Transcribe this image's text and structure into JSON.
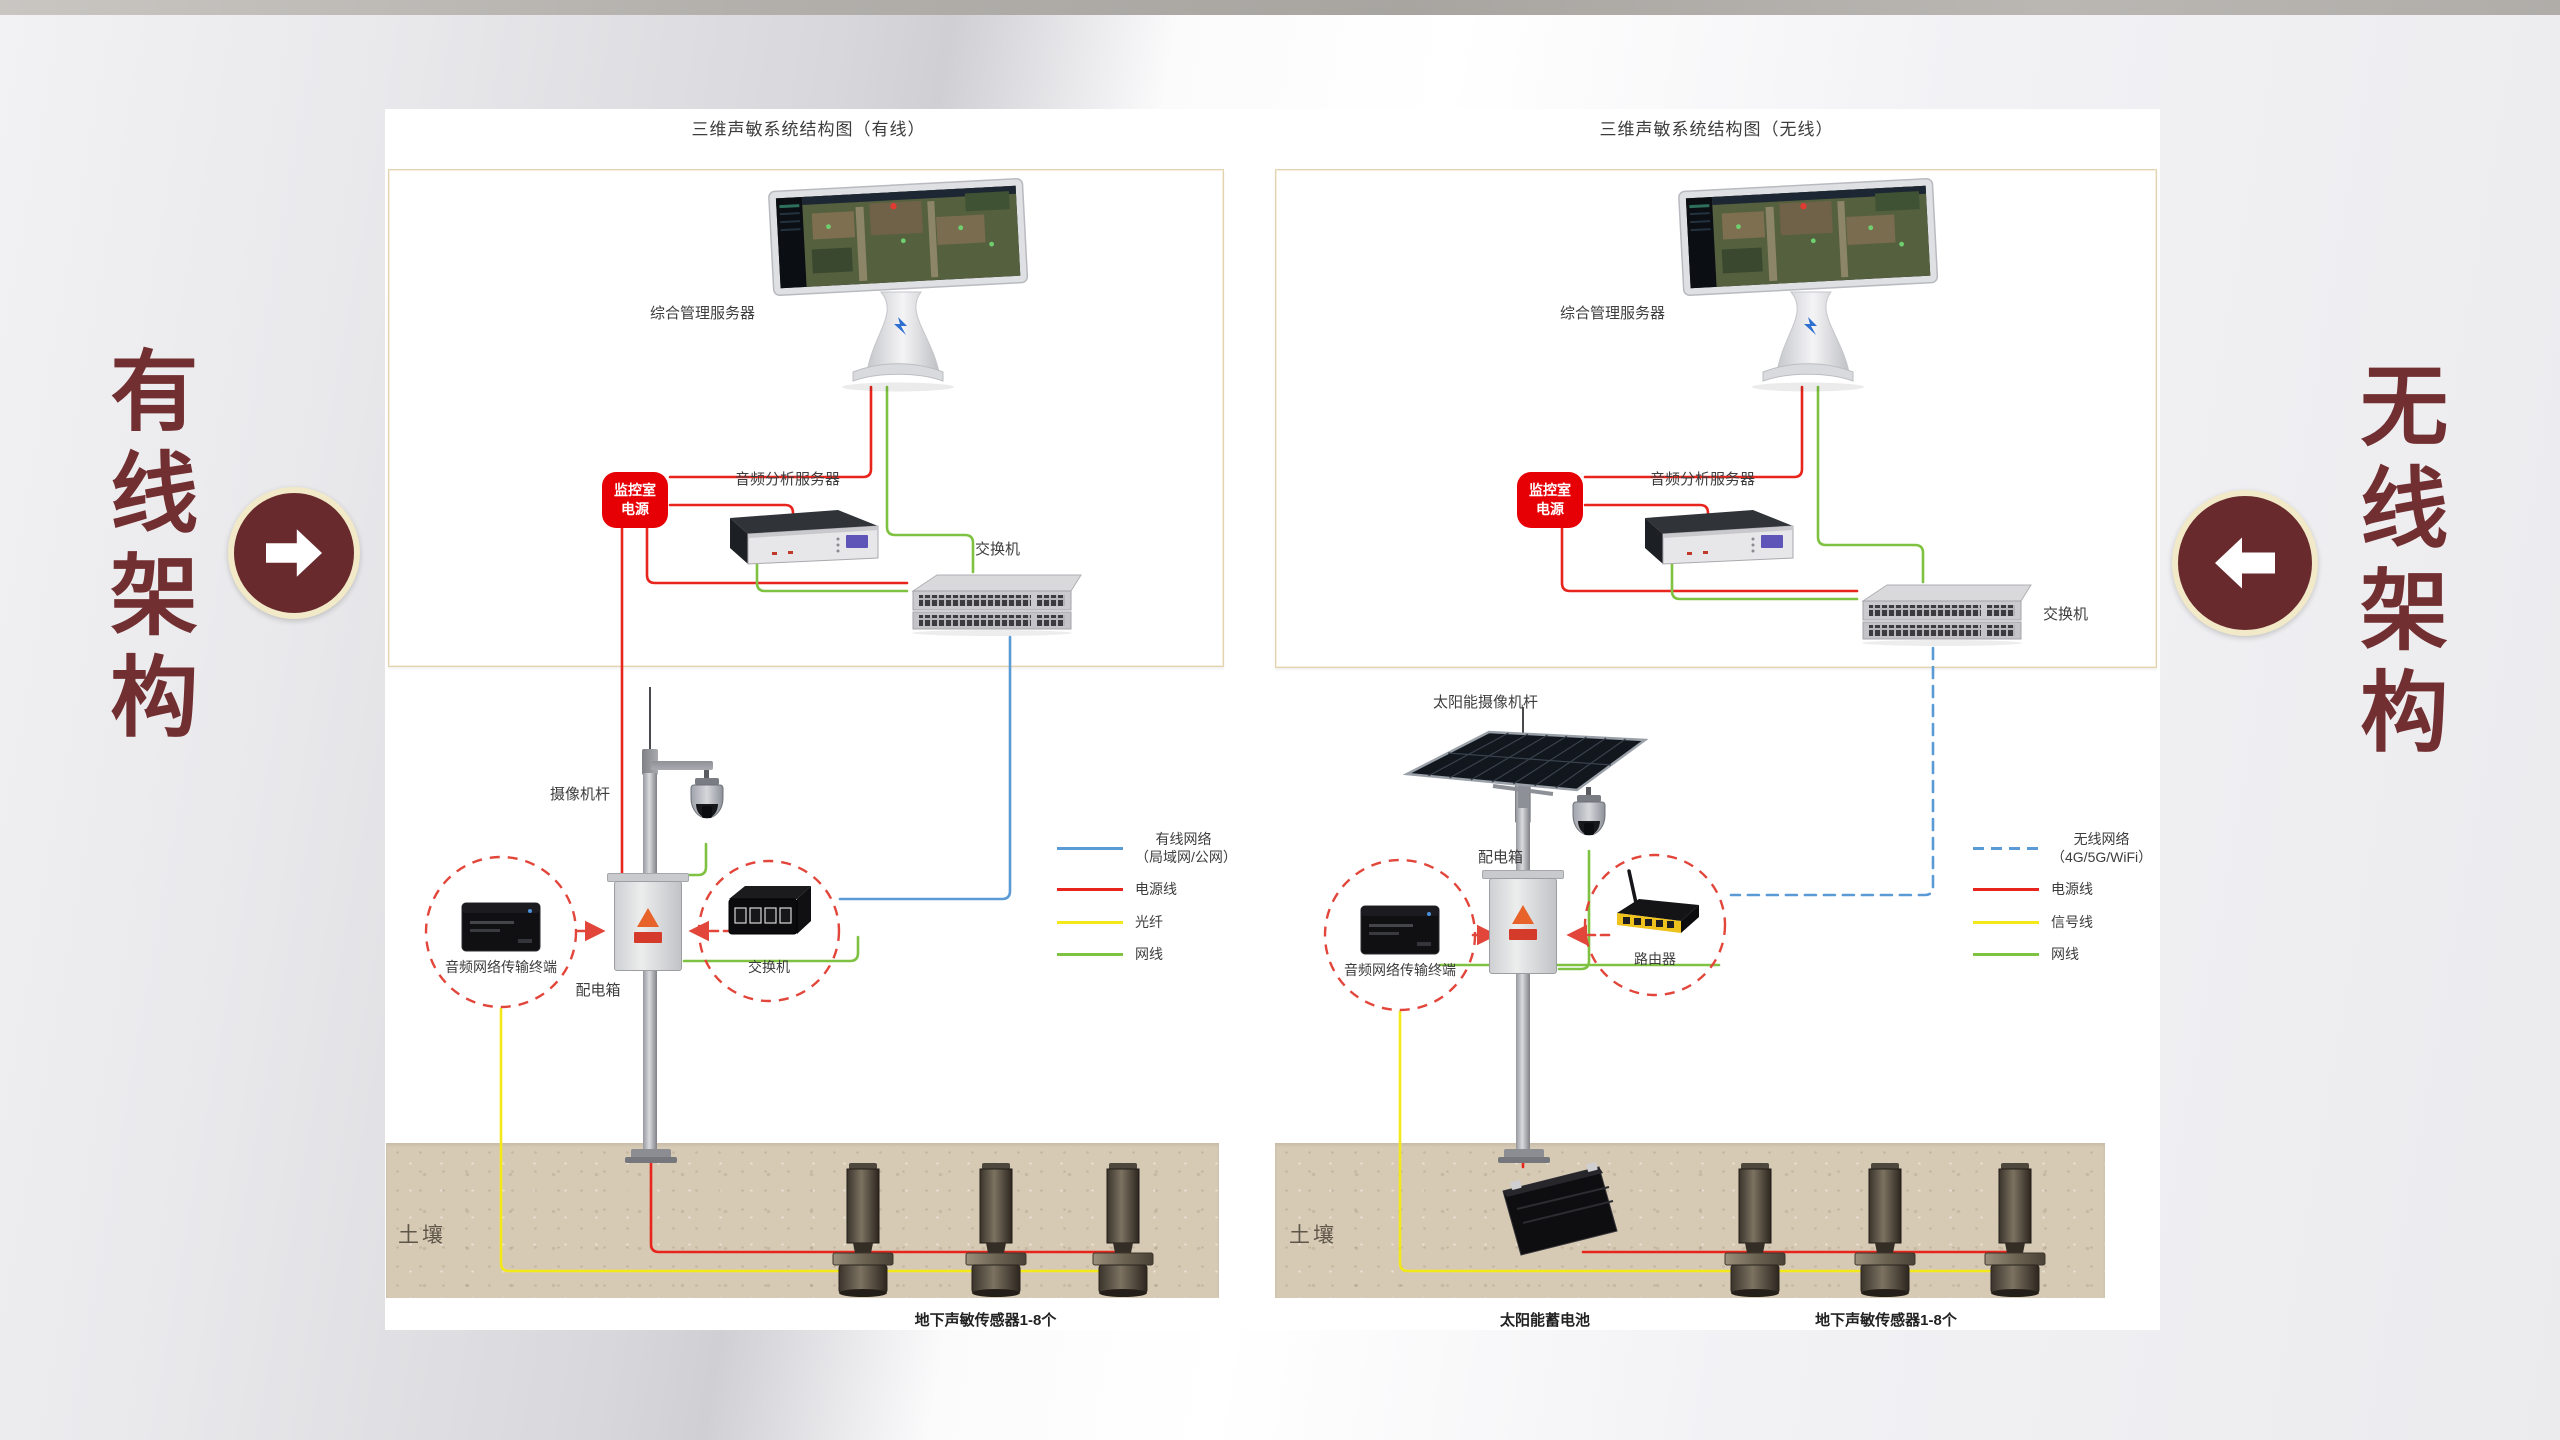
{
  "side": {
    "left": {
      "text": "有线架构",
      "arrow_direction": "right"
    },
    "right": {
      "text": "无线架构",
      "arrow_direction": "left"
    }
  },
  "wired": {
    "title": "三维声敏系统结构图（有线）",
    "labels": {
      "kiosk": "综合管理服务器",
      "power_line1": "监控室",
      "power_line2": "电源",
      "audio_server": "音频分析服务器",
      "switch_top": "交换机",
      "camera_pole": "摄像机杆",
      "audio_terminal": "音频网络传输终端",
      "power_box": "配电箱",
      "switch_pole": "交换机",
      "soil": "土壤",
      "sensors": "地下声敏传感器1-8个"
    },
    "legend": [
      {
        "label": "有线网络",
        "label2": "（局域网/公网）",
        "color": "#5b9bd5",
        "style": "solid"
      },
      {
        "label": "电源线",
        "color": "#e8251d",
        "style": "solid"
      },
      {
        "label": "光纤",
        "color": "#f3e818",
        "style": "solid"
      },
      {
        "label": "网线",
        "color": "#7fc241",
        "style": "solid"
      }
    ]
  },
  "wireless": {
    "title": "三维声敏系统结构图（无线）",
    "labels": {
      "kiosk": "综合管理服务器",
      "power_line1": "监控室",
      "power_line2": "电源",
      "audio_server": "音频分析服务器",
      "switch_top": "交换机",
      "camera_pole": "太阳能摄像机杆",
      "audio_terminal": "音频网络传输终端",
      "power_box": "配电箱",
      "router": "路由器",
      "soil": "土壤",
      "battery": "太阳能蓄电池",
      "sensors": "地下声敏传感器1-8个"
    },
    "legend": [
      {
        "label": "无线网络",
        "label2": "（4G/5G/WiFi）",
        "color": "#5b9bd5",
        "style": "dashed"
      },
      {
        "label": "电源线",
        "color": "#e8251d",
        "style": "solid"
      },
      {
        "label": "信号线",
        "color": "#f3e818",
        "style": "solid"
      },
      {
        "label": "网线",
        "color": "#7fc241",
        "style": "solid"
      }
    ]
  },
  "colors": {
    "accent_maroon": "#722f31",
    "button_ring": "#f1e9c7",
    "power_line": "#e8251d",
    "network_cable": "#7fc241",
    "wired_network": "#5b9bd5",
    "fiber_signal": "#f3e818",
    "dashed_circle": "#e2453a",
    "panel_border": "#e3d3ae",
    "soil": "#d7cab5",
    "power_badge": "#e60005"
  }
}
